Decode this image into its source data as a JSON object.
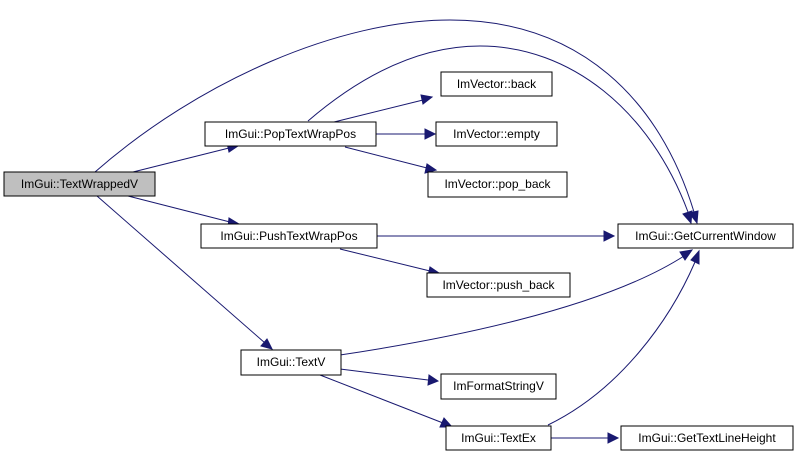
{
  "colors": {
    "edge": "#191970",
    "root_fill": "#bfbfbf",
    "node_fill": "#ffffff",
    "border": "#000000"
  },
  "nodes": {
    "text_wrapped_v": "ImGui::TextWrappedV",
    "pop_text_wrap_pos": "ImGui::PopTextWrapPos",
    "push_text_wrap_pos": "ImGui::PushTextWrapPos",
    "text_v": "ImGui::TextV",
    "vector_back": "ImVector::back",
    "vector_empty": "ImVector::empty",
    "vector_pop_back": "ImVector::pop_back",
    "get_current_window": "ImGui::GetCurrentWindow",
    "vector_push_back": "ImVector::push_back",
    "format_string_v": "ImFormatStringV",
    "text_ex": "ImGui::TextEx",
    "get_text_line_height": "ImGui::GetTextLineHeight"
  },
  "edges": [
    [
      "text_wrapped_v",
      "pop_text_wrap_pos"
    ],
    [
      "text_wrapped_v",
      "push_text_wrap_pos"
    ],
    [
      "text_wrapped_v",
      "text_v"
    ],
    [
      "text_wrapped_v",
      "get_current_window"
    ],
    [
      "pop_text_wrap_pos",
      "vector_back"
    ],
    [
      "pop_text_wrap_pos",
      "vector_empty"
    ],
    [
      "pop_text_wrap_pos",
      "vector_pop_back"
    ],
    [
      "pop_text_wrap_pos",
      "get_current_window"
    ],
    [
      "push_text_wrap_pos",
      "get_current_window"
    ],
    [
      "push_text_wrap_pos",
      "vector_push_back"
    ],
    [
      "text_v",
      "get_current_window"
    ],
    [
      "text_v",
      "format_string_v"
    ],
    [
      "text_v",
      "text_ex"
    ],
    [
      "text_ex",
      "get_current_window"
    ],
    [
      "text_ex",
      "get_text_line_height"
    ]
  ]
}
